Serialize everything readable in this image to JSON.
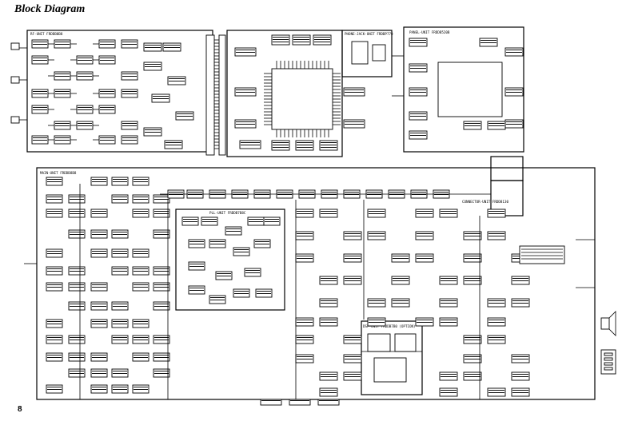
{
  "page": {
    "title": "Block Diagram",
    "page_number": "8"
  },
  "units": {
    "rf_unit": "RF-UNIT FRDDB8B8",
    "phone_jack_unit": "PHONE-JACK-UNIT FRDBP770",
    "panel_unit": "PANEL-UNIT FRDDB520B",
    "main_unit": "MAIN-UNIT FRDDB8B8",
    "pll_unit": "PLL-UNIT FRDDB7B8C",
    "connector_unit": "CONNECTOR-UNIT FRDD8130",
    "dsp_unit": "DSP-UNIT FRDDB7B0 (OPTION)"
  }
}
